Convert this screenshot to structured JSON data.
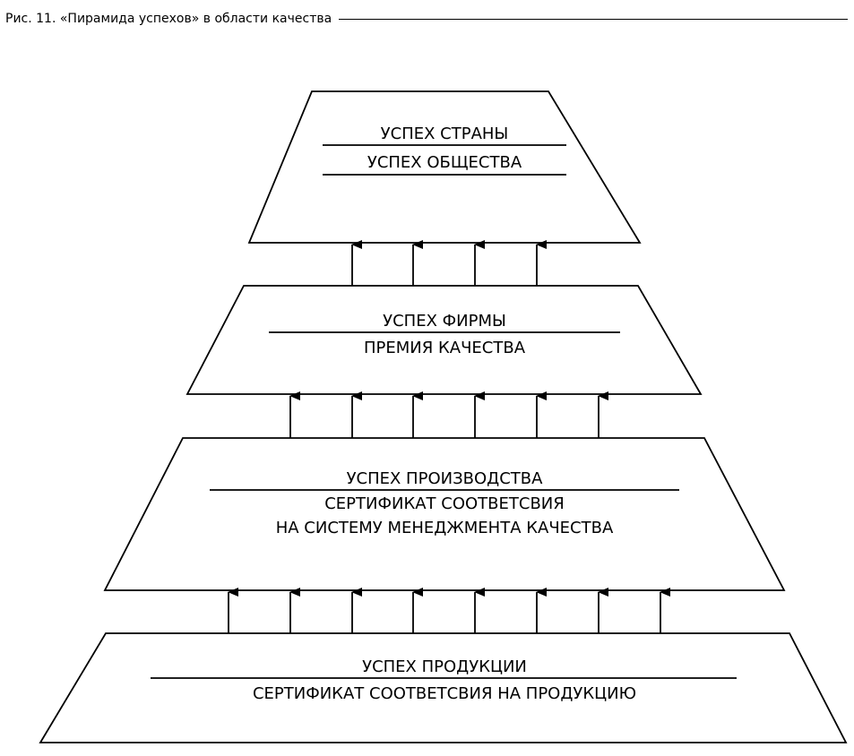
{
  "caption": "Рис. 11. «Пирамида успехов» в области качества",
  "levels": [
    {
      "title": "УСПЕХ СТРАНЫ",
      "subtitle_lines": [
        "УСПЕХ ОБЩЕСТВА"
      ]
    },
    {
      "title": "УСПЕХ ФИРМЫ",
      "subtitle_lines": [
        "ПРЕМИЯ КАЧЕСТВА"
      ]
    },
    {
      "title": "УСПЕХ ПРОИЗВОДСТВА",
      "subtitle_lines": [
        "СЕРТИФИКАТ СООТВЕТСВИЯ",
        "НА СИСТЕМУ МЕНЕДЖМЕНТА КАЧЕСТВА"
      ]
    },
    {
      "title": "УСПЕХ ПРОДУКЦИИ",
      "subtitle_lines": [
        "СЕРТИФИКАТ СООТВЕТСВИЯ НА ПРОДУКЦИЮ"
      ]
    }
  ],
  "colors": {
    "line": "#000000",
    "background": "#ffffff"
  }
}
